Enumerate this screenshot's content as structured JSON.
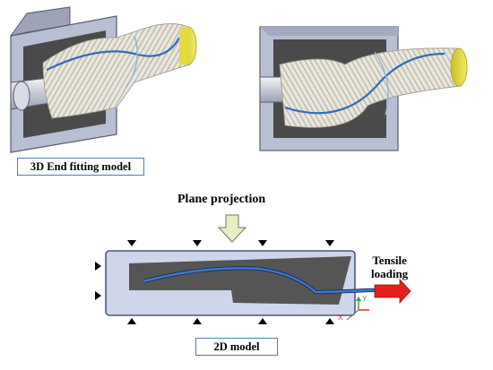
{
  "labels": {
    "model_3d": "3D End fitting model",
    "plane_projection": "Plane projection",
    "tensile_line1": "Tensile",
    "tensile_line2": "loading",
    "model_2d": "2D model",
    "axis_y": "Y",
    "axis_x": "X"
  },
  "colors": {
    "housing_face": "#b9bfd3",
    "housing_side": "#8f93a8",
    "housing_outline": "#585b6c",
    "cavity": "#4a4a4a",
    "armour_wire": "#e9e6dc",
    "armour_stripe": "#bdb8ac",
    "helix_wire": "#2f6db5",
    "helix_wire_light": "#8fb4dc",
    "pipe_end": "#e4db3c",
    "panel_2d": "#cfd5ea",
    "panel_outline": "#2c3a63",
    "arrow_down": "#e6edc5",
    "tensile_arrow": "#e3201b",
    "label_border": "#4f7fb3",
    "axis_y": "#2aa03a",
    "axis_x": "#d7262b"
  }
}
